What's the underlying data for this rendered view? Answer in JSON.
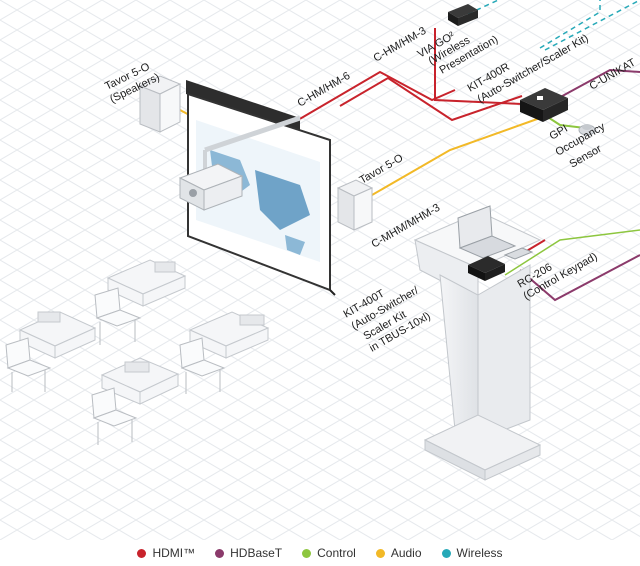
{
  "colors": {
    "hdmi": "#c8232c",
    "hdbaset": "#8b3a6b",
    "control": "#8dc63f",
    "audio": "#f2b927",
    "wireless": "#27a9b8",
    "grid": "#e6e9ed"
  },
  "labels": {
    "tavor_speakers": "Tavor 5-O",
    "tavor_speakers_sub": "(Speakers)",
    "c_hm_hm6": "C-HM/HM-6",
    "c_hm_hm3": "C-HM/HM-3",
    "via_go_1": "VIA GO²",
    "via_go_2": "(Wireless",
    "via_go_3": "Presentation)",
    "kit400r_1": "KIT-400R",
    "kit400r_2": "(Auto-Switcher/Scaler Kit)",
    "c_unikat": "C-UNIKAT",
    "gpi_1": "GPI",
    "gpi_2": "Occupancy",
    "gpi_3": "Sensor",
    "tavor_right": "Tavor 5-O",
    "c_mhm_mhm3": "C-MHM/MHM-3",
    "kit400t_1": "KIT-400T",
    "kit400t_2": "(Auto-Switcher/",
    "kit400t_3": "Scaler Kit",
    "kit400t_4": "in TBUS-10xl)",
    "rc206_1": "RC-206",
    "rc206_2": "(Control Keypad)"
  },
  "legend": [
    {
      "label": "HDMI™",
      "color": "#c8232c"
    },
    {
      "label": "HDBaseT",
      "color": "#8b3a6b"
    },
    {
      "label": "Control",
      "color": "#8dc63f"
    },
    {
      "label": "Audio",
      "color": "#f2b927"
    },
    {
      "label": "Wireless",
      "color": "#27a9b8"
    }
  ],
  "icons": {
    "via_go": "wireless-presentation-box-icon",
    "kit400r": "switcher-box-icon",
    "sensor": "occupancy-sensor-icon",
    "speaker": "speaker-icon",
    "projector": "projector-icon"
  }
}
